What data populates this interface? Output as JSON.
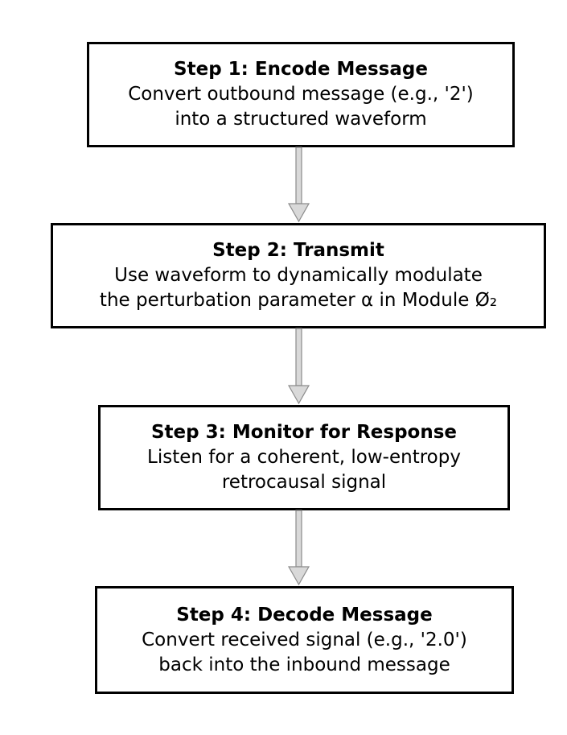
{
  "steps": [
    {
      "title": "Step 1: Encode Message",
      "lines": [
        "Convert outbound message (e.g., '2')",
        "into a structured waveform"
      ]
    },
    {
      "title": "Step 2: Transmit",
      "lines": [
        "Use waveform to dynamically modulate",
        "the perturbation parameter α in Module Ø₂"
      ]
    },
    {
      "title": "Step 3: Monitor for Response",
      "lines": [
        "Listen for a coherent, low-entropy",
        "retrocausal signal"
      ]
    },
    {
      "title": "Step 4: Decode Message",
      "lines": [
        "Convert received signal (e.g., '2.0')",
        "back into the inbound message"
      ]
    }
  ],
  "colors": {
    "box_border": "#000000",
    "arrow_fill": "#d9d9d9",
    "arrow_stroke": "#8c8c8c",
    "text": "#000000"
  }
}
